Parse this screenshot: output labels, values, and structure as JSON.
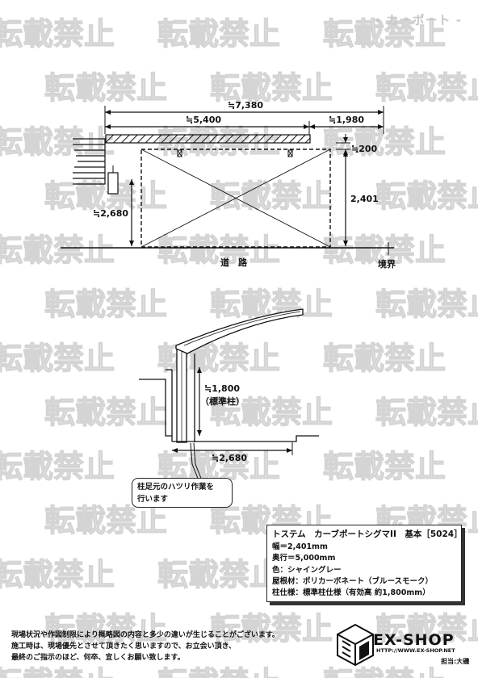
{
  "header": {
    "title": "- カーポート -"
  },
  "watermark": {
    "text": "転載禁止"
  },
  "top_view": {
    "dim_total": "≒7,380",
    "dim_left": "≒5,400",
    "dim_right": "≒1,980",
    "dim_offset": "≒200",
    "dim_width": "2,401",
    "dim_house": "≒2,680",
    "road_label": "道　路",
    "boundary_label": "境界"
  },
  "side_view": {
    "dim_height": "≒1,800",
    "dim_height_note": "（標準柱）",
    "dim_depth": "≒2,680"
  },
  "note": {
    "line1": "柱足元のハツリ作業を",
    "line2": "行います"
  },
  "spec": {
    "title": "トステム　カーブポートシグマII　基本［5024］",
    "lines": [
      "幅＝2,401mm",
      "奥行＝5,000mm",
      "色：シャイングレー",
      "屋根材：ポリカーボネート（ブルースモーク）",
      "柱仕様：標準柱仕様（有効高 約1,800mm）"
    ]
  },
  "footer": {
    "lines": [
      "現場状況や作図制限により概略図の内容と多少の違いが生じることがございます。",
      "施工時は、現場優先とさせて頂きたく思いますので、お立会い頂き、",
      "最終のご指示のほど、何卒、宜しくお願い致します。"
    ]
  },
  "logo": {
    "name": "EX-SHOP",
    "url": "HTTP://WWW.EX-SHOP.NET",
    "person": "担当:大磯",
    "icon": "ex-shop-cube-icon"
  }
}
